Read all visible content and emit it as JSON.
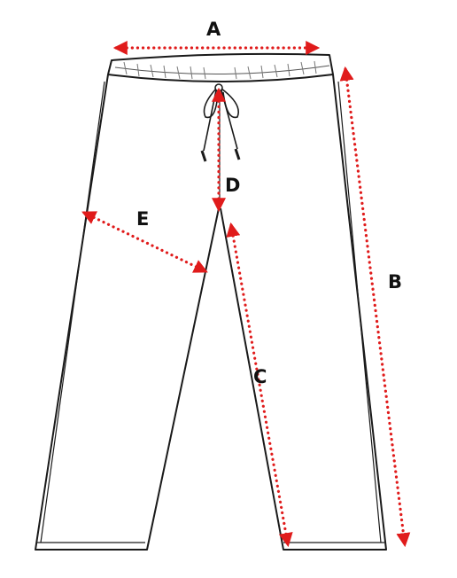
{
  "labels": {
    "a": "A",
    "b": "B",
    "c": "C",
    "d": "D",
    "e": "E"
  },
  "colors": {
    "outline": "#1a1a1a",
    "measure": "#e01b1b",
    "background": "#ffffff"
  },
  "icons": {
    "garment": "pants-icon",
    "drawstring": "drawstring-icon"
  }
}
